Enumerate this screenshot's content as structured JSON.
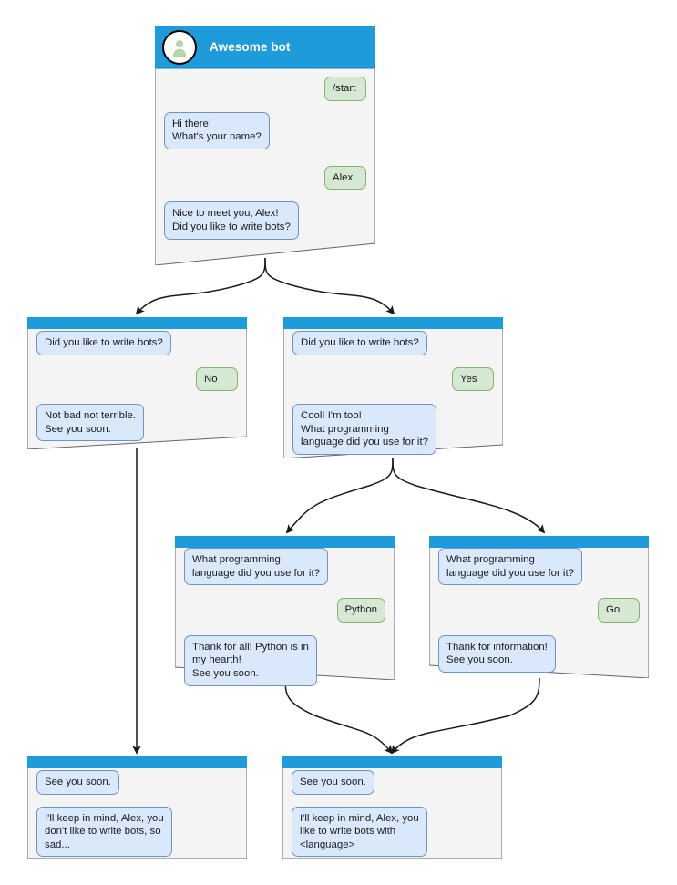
{
  "diagram": {
    "title": "Telegram bot conversation flow",
    "colors": {
      "header": "#1e9bda",
      "window_body": "#f4f4f4",
      "window_border": "#666666",
      "bot_bubble_fill": "#dae8fc",
      "bot_bubble_stroke": "#7093c4",
      "user_bubble_fill": "#d5e8d4",
      "user_bubble_stroke": "#86b36a",
      "avatar_fill": "#ffffff",
      "avatar_stroke": "#000000",
      "avatar_person": "#b5d6a7",
      "edge": "#1a1a1a",
      "title_text": "#ffffff"
    }
  },
  "nodes": {
    "root": {
      "name": "root-bot-window",
      "title": "Awesome bot",
      "avatar_icon": "person-avatar-icon",
      "messages": [
        {
          "side": "user",
          "text": "/start"
        },
        {
          "side": "bot",
          "text": "Hi there!\nWhat's your name?"
        },
        {
          "side": "user",
          "text": "Alex"
        },
        {
          "side": "bot",
          "text": "Nice to meet you, Alex!\nDid you like to write bots?"
        }
      ]
    },
    "branch_no": {
      "name": "branch-no-window",
      "messages": [
        {
          "side": "bot",
          "text": "Did you like to write bots?"
        },
        {
          "side": "user",
          "text": "No"
        },
        {
          "side": "bot",
          "text": "Not bad not terrible.\nSee you soon."
        }
      ]
    },
    "branch_yes": {
      "name": "branch-yes-window",
      "messages": [
        {
          "side": "bot",
          "text": "Did you like to write bots?"
        },
        {
          "side": "user",
          "text": "Yes"
        },
        {
          "side": "bot",
          "text": "Cool! I'm too!\nWhat programming\nlanguage did you use for it?"
        }
      ]
    },
    "branch_python": {
      "name": "branch-python-window",
      "messages": [
        {
          "side": "bot",
          "text": "What programming\nlanguage did you use for it?"
        },
        {
          "side": "user",
          "text": "Python"
        },
        {
          "side": "bot",
          "text": "Thank for all! Python is in\nmy hearth!\nSee you soon."
        }
      ]
    },
    "branch_go": {
      "name": "branch-go-window",
      "messages": [
        {
          "side": "bot",
          "text": "What programming\nlanguage did you use for it?"
        },
        {
          "side": "user",
          "text": "Go"
        },
        {
          "side": "bot",
          "text": "Thank for information!\nSee you soon."
        }
      ]
    },
    "end_sad": {
      "name": "end-sad-window",
      "messages": [
        {
          "side": "bot",
          "text": "See you soon."
        },
        {
          "side": "bot",
          "text": "I'll keep in mind, Alex, you\ndon't like to write bots, so\nsad..."
        }
      ]
    },
    "end_happy": {
      "name": "end-happy-window",
      "messages": [
        {
          "side": "bot",
          "text": "See you soon."
        },
        {
          "side": "bot",
          "text": "I'll keep in mind, Alex, you\nlike to write bots with\n<language>"
        }
      ]
    }
  }
}
